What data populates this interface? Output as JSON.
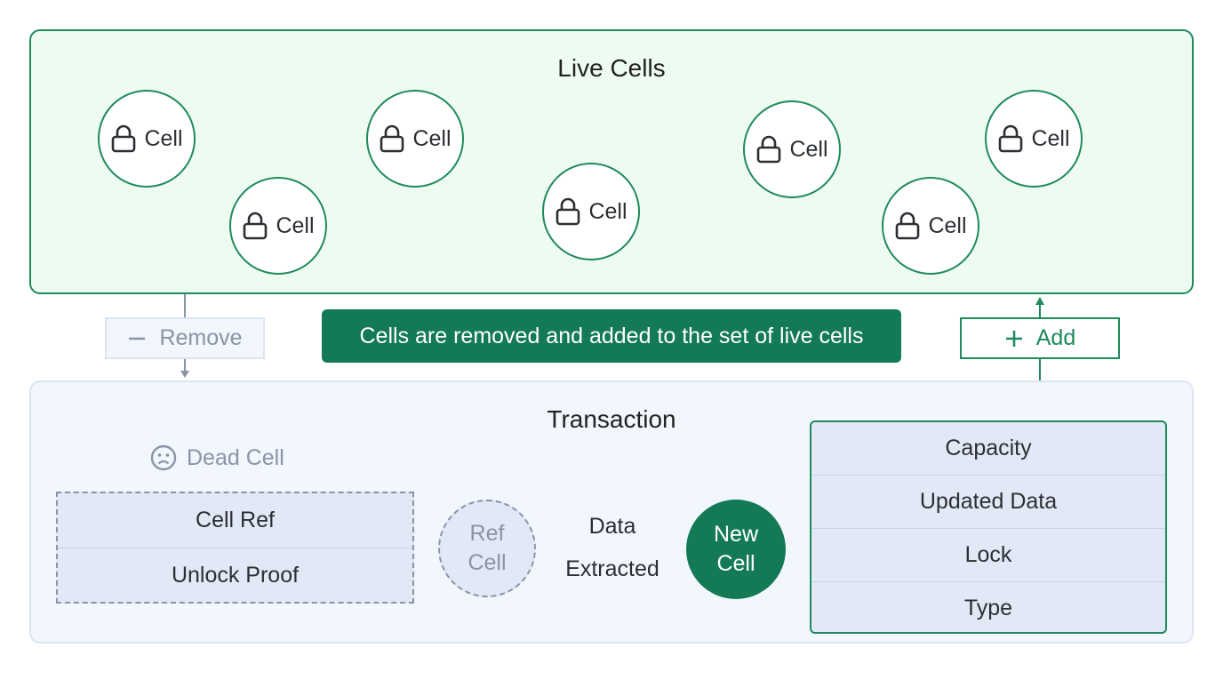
{
  "live_cells": {
    "title": "Live Cells",
    "cell_label": "Cell",
    "cells": [
      "Cell",
      "Cell",
      "Cell",
      "Cell",
      "Cell",
      "Cell",
      "Cell"
    ]
  },
  "actions": {
    "remove_label": "Remove",
    "add_label": "Add",
    "banner": "Cells are removed and added to the set of live cells"
  },
  "transaction": {
    "title": "Transaction",
    "dead_cell_label": "Dead Cell",
    "input_rows": [
      "Cell Ref",
      "Unlock Proof"
    ],
    "ref_cell": [
      "Ref",
      "Cell"
    ],
    "arrow_top": "Data",
    "arrow_bottom": "Extracted",
    "new_cell": [
      "New",
      "Cell"
    ],
    "output_rows": [
      "Capacity",
      "Updated Data",
      "Lock",
      "Type"
    ]
  },
  "colors": {
    "green": "#1f8a5c",
    "dark_green": "#137a55",
    "live_bg": "#eefbf1",
    "tx_bg": "#f2f6fd",
    "muted": "#8a94a6"
  }
}
